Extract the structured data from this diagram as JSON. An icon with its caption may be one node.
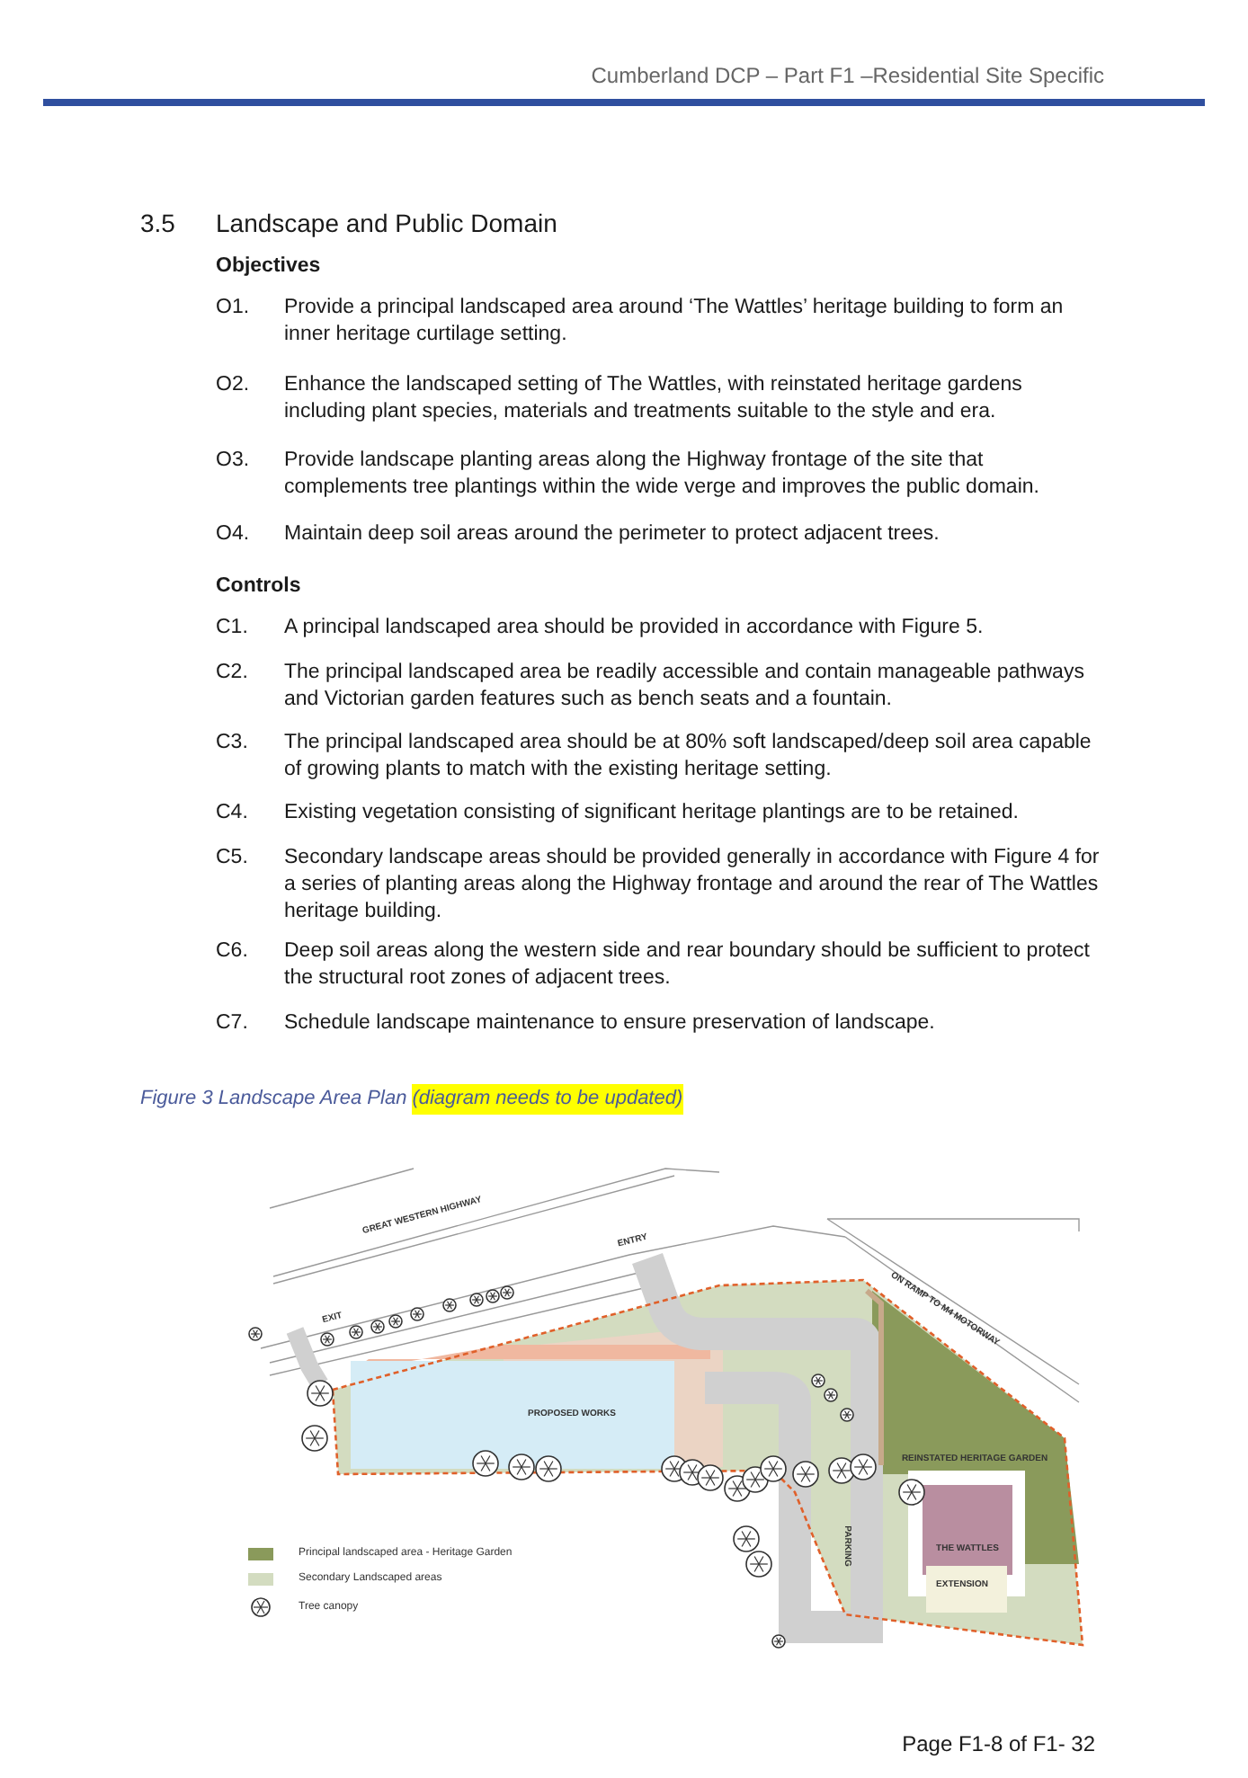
{
  "diagram": {
    "title": "Landscape and Public Domain",
    "caption": "Figure 3 Landscape Area Plan",
    "labels": [
      "Cumberland DCP – Part F1 –Residential Site Specific",
      "3.5",
      "Objectives",
      "O1.",
      "Provide a principal landscaped area around ‘The Wattles’ heritage building to form an inner heritage curtilage setting.",
      "O2.",
      "Enhance the landscaped setting of The Wattles, with reinstated heritage gardens including plant species, materials and treatments suitable to the style and era.",
      "O3.",
      "Provide landscape planting areas along the Highway frontage of the site that complements tree plantings within the wide verge and improves the public domain.",
      "O4.",
      "Maintain deep soil areas around the perimeter to protect adjacent trees.",
      "Controls",
      "C1.",
      "A principal landscaped area should be provided in accordance with Figure 5.",
      "C2.",
      "The principal landscaped area be readily accessible and contain manageable pathways and Victorian garden features such as bench seats and a fountain.",
      "C3.",
      "The principal landscaped area should be at 80% soft landscaped/deep soil area capable of growing plants to match with the existing heritage setting.",
      "C4.",
      "Existing vegetation consisting of significant heritage plantings are to be retained.",
      "C5.",
      "Secondary landscape areas should be provided generally in accordance with Figure 4 for a series of planting areas along the Highway frontage and around the rear of The Wattles heritage building.",
      "C6.",
      "Deep soil areas along the western side and rear boundary should be sufficient to protect the structural root zones of adjacent trees.",
      "C7.",
      "Schedule landscape maintenance to ensure preservation of landscape.",
      "(diagram needs to be updated)",
      "GREAT WESTERN HIGHWAY",
      "ENTRY",
      "EXIT",
      "ON RAMP TO M4 MOTORWAY",
      "PROPOSED WORKS",
      "REINSTATED HERITAGE GARDEN",
      "PARKING",
      "THE WATTLES",
      "EXTENSION",
      "Page F1-8 of F1- 32"
    ],
    "legend": [
      {
        "text": "Principal landscaped area - Heritage Garden",
        "color": "#8a9a5b"
      },
      {
        "text": "Secondary Landscaped areas",
        "color": "#d3dcc0"
      },
      {
        "text": "Tree canopy"
      }
    ]
  }
}
